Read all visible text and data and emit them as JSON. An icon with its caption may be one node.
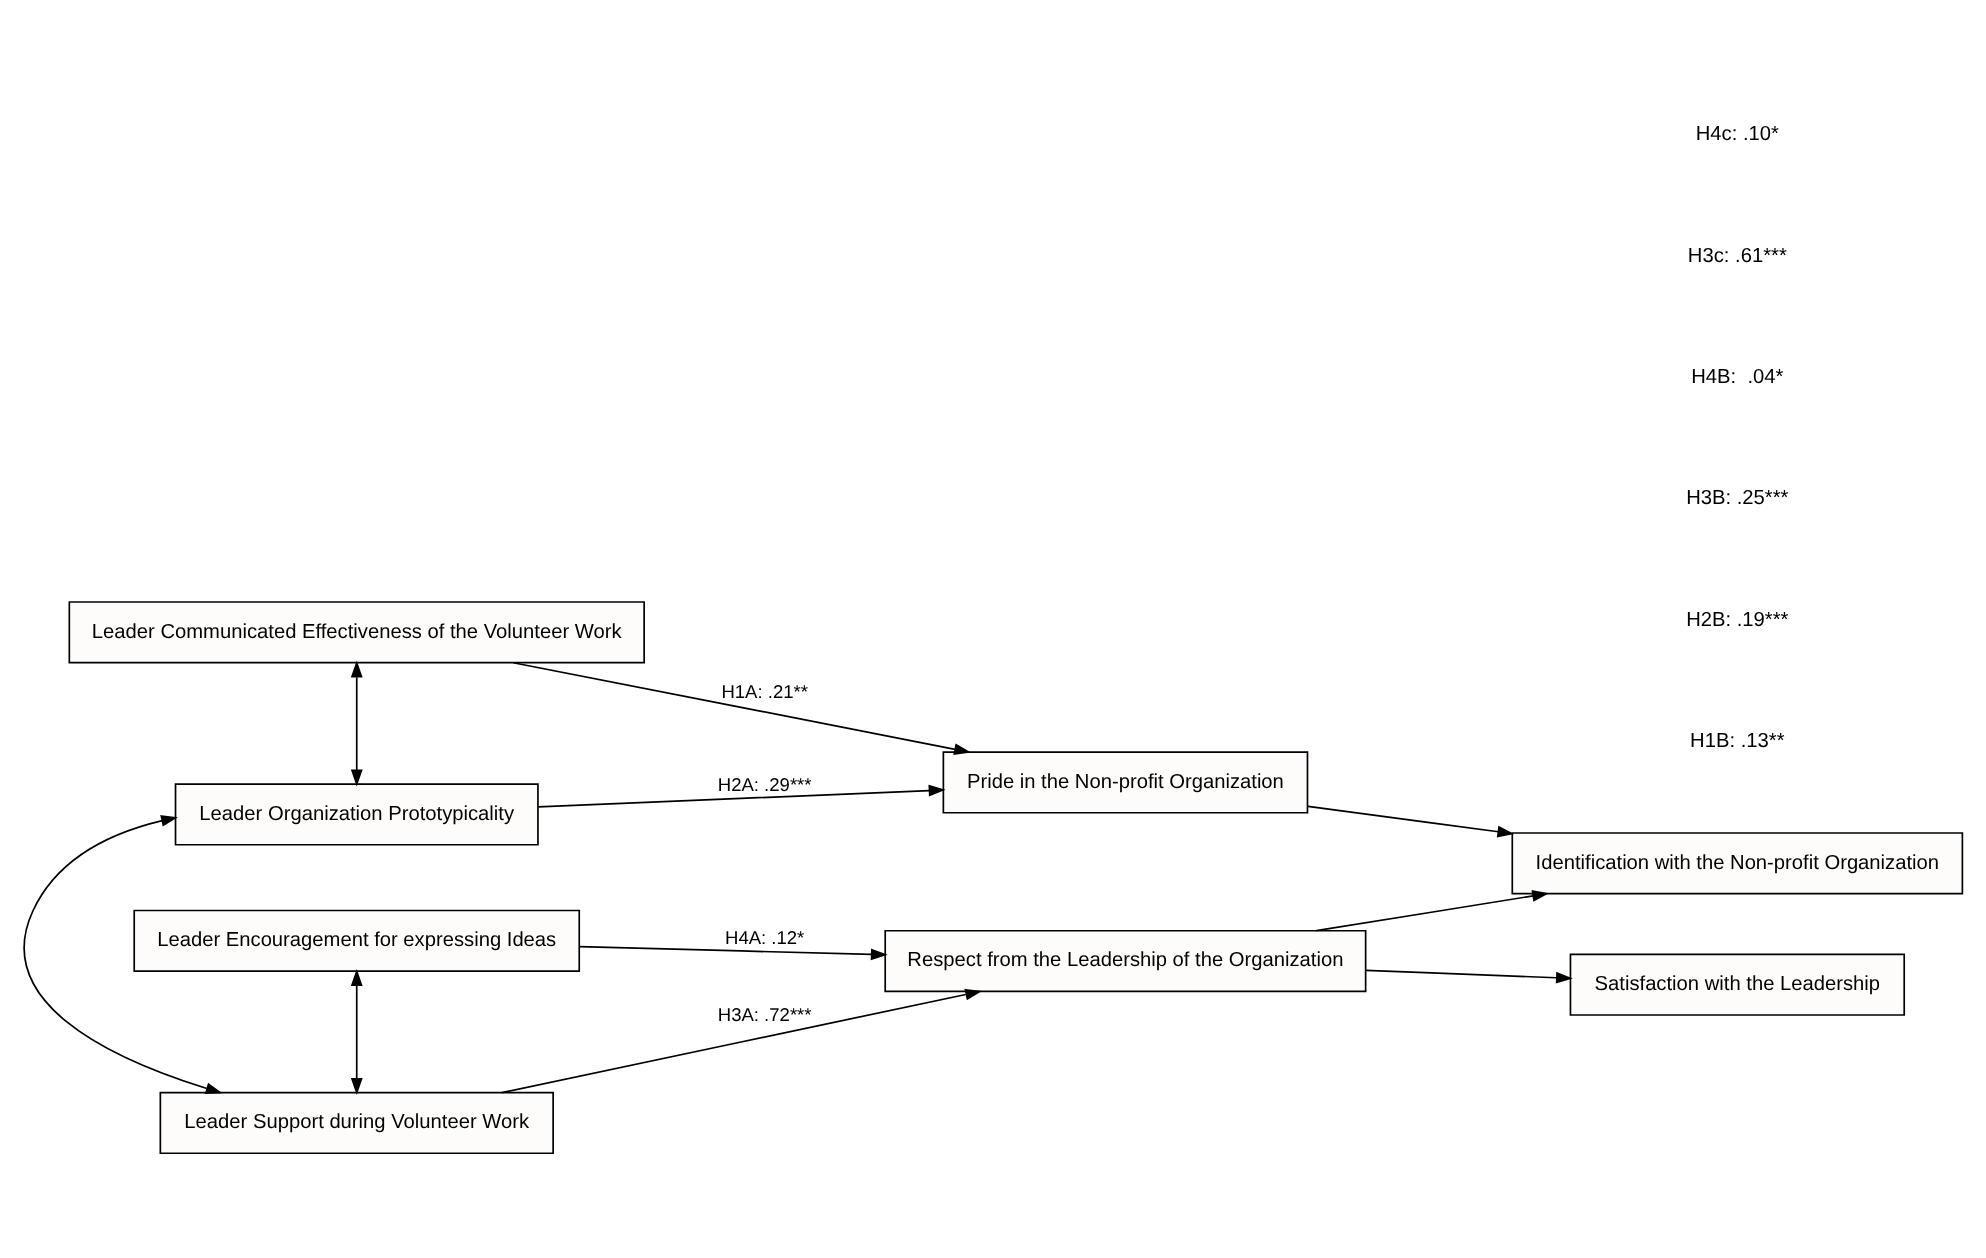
{
  "diagram": {
    "nodes": [
      {
        "text": [
          "Leader Communicated Effectiveness of the Volunteer Work"
        ]
      },
      {
        "text": [
          "Leader Organization Prototypicality"
        ]
      },
      {
        "text": [
          "Leader Support during Volunteer Work"
        ]
      },
      {
        "text": [
          "Leader Encouragement for expressing Ideas"
        ]
      },
      {
        "text": [
          "Pride in the Non-profit Organization"
        ]
      },
      {
        "text": [
          "Respect from the Leadership of the Organization"
        ]
      },
      {
        "text": [
          "Identification with the Non-profit Organization"
        ]
      },
      {
        "text": [
          "Satisfaction with the Leadership"
        ]
      }
    ],
    "edges": [
      {
        "from": 0,
        "to": 4,
        "arrow": "to",
        "label": "H1A: .21**"
      },
      {
        "from": 1,
        "to": 4,
        "arrow": "to",
        "label": "H2A: .29***"
      },
      {
        "from": 2,
        "to": 5,
        "arrow": "to",
        "label": "H3A: .72***"
      },
      {
        "from": 3,
        "to": 5,
        "arrow": "to",
        "label": "H4A: .12*"
      },
      {
        "from": 4,
        "to": 6,
        "arrow": "to"
      },
      {
        "from": 5,
        "to": 6,
        "arrow": "to"
      },
      {
        "from": 5,
        "to": 7,
        "arrow": "to"
      },
      {
        "from": 0,
        "to": 1,
        "arrow": "both"
      },
      {
        "from": 1,
        "to": 2,
        "arrow": "both"
      },
      {
        "from": 2,
        "to": 3,
        "arrow": "both"
      }
    ],
    "labels": [
      "H1B: .13**",
      "H2B: .19***",
      "H3B: .25***",
      "H4B:  .04*",
      "H3c: .61***",
      "H4c: .10*"
    ]
  }
}
